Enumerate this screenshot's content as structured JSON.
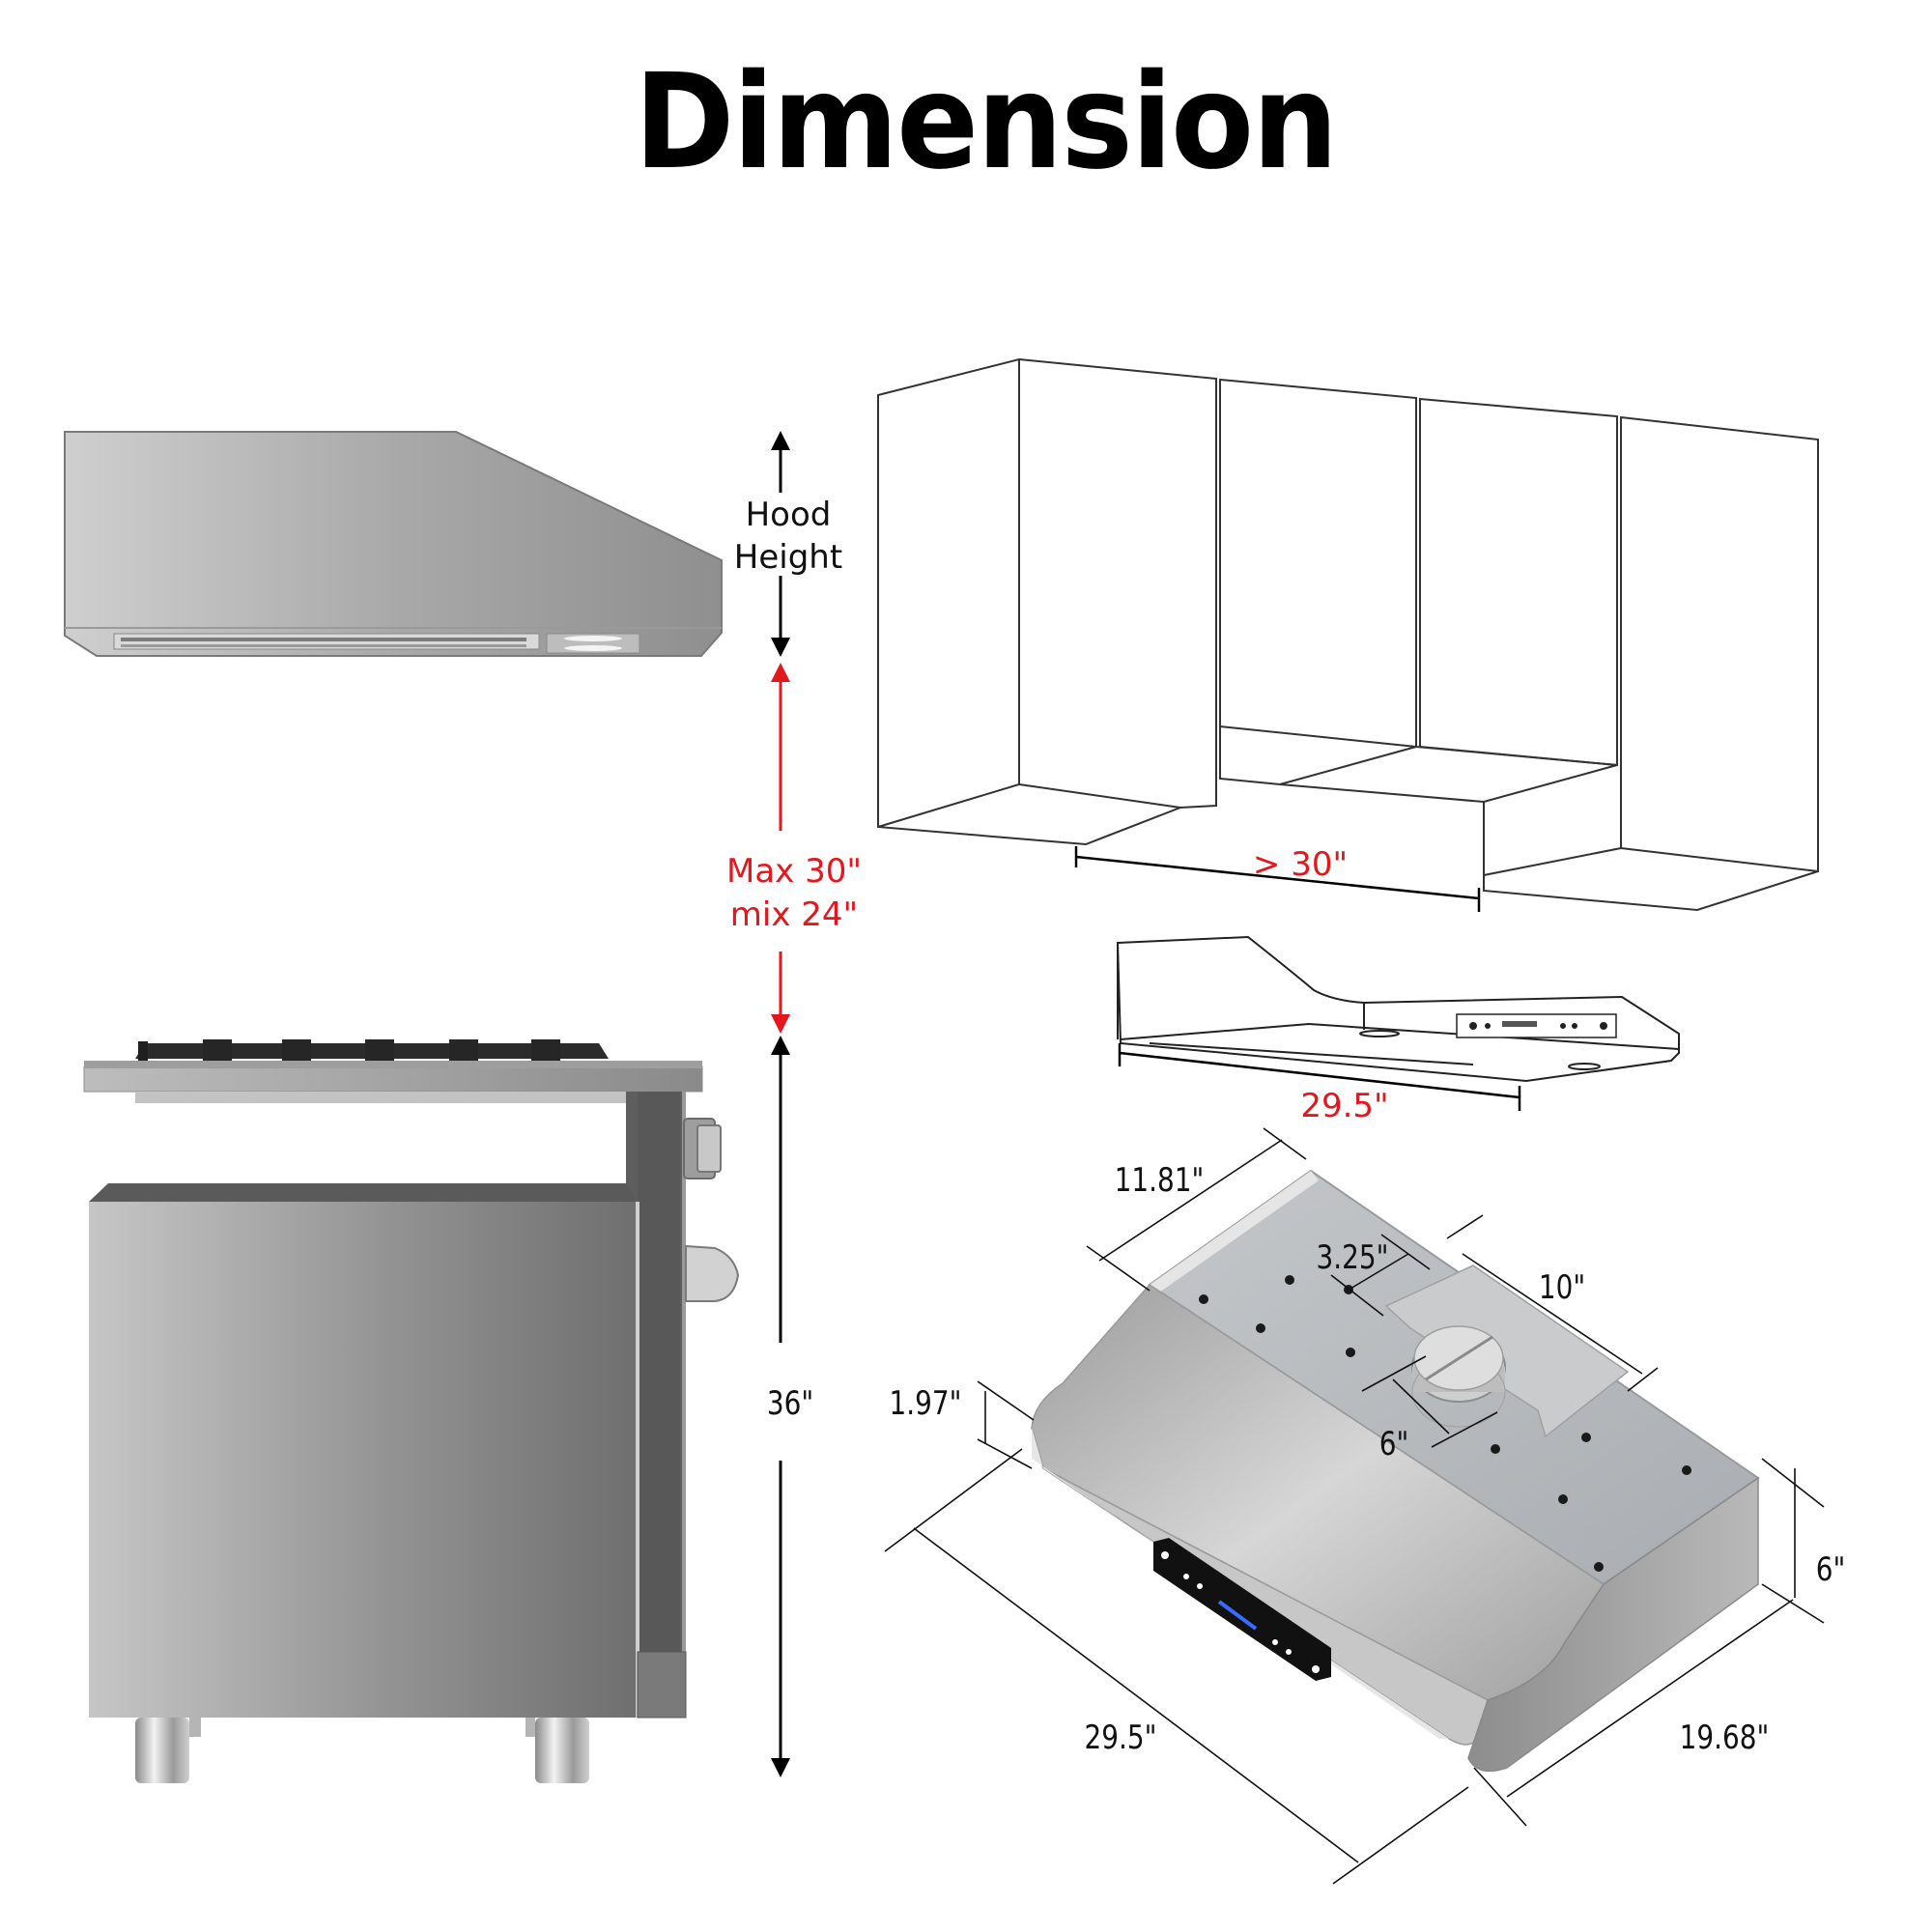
{
  "title": "Dimension",
  "colors": {
    "accent_red": "#e3171d",
    "line_black": "#000000",
    "steel_light": "#c9c9c9",
    "steel_dark": "#6e6e6e",
    "galvanized": "#b4b7ba",
    "background": "#ffffff"
  },
  "side_view": {
    "hood_height_label_line1": "Hood",
    "hood_height_label_line2": "Height",
    "clearance_label_line1": "Max 30\"",
    "clearance_label_line2": "mix 24\"",
    "range_height_label": "36\""
  },
  "cabinet_view": {
    "opening_width_label": "> 30\"",
    "hood_width_label": "29.5\""
  },
  "hood_3d_view": {
    "depth_top_label": "11.81\"",
    "duct_offset_label": "3.25\"",
    "duct_plate_label": "10\"",
    "duct_diameter_label": "6\"",
    "front_lip_label": "1.97\"",
    "back_height_label": "6\"",
    "width_label": "29.5\"",
    "depth_label": "19.68\""
  }
}
